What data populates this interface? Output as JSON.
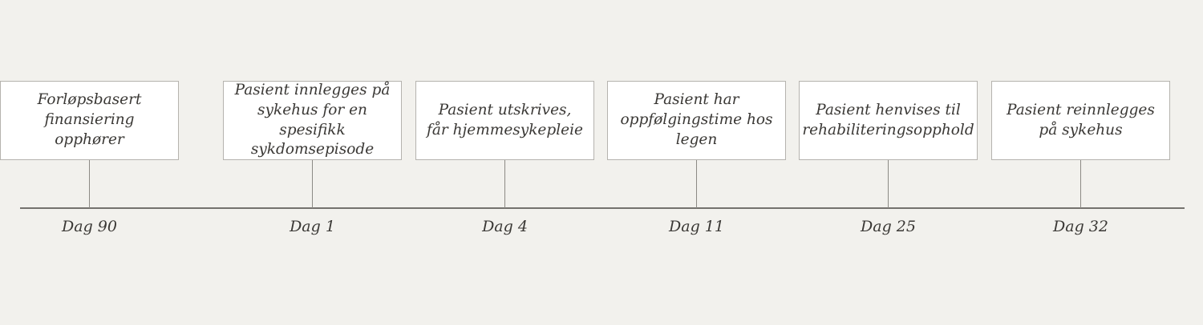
{
  "timeline": {
    "description": "Patient pathway timeline",
    "events": [
      {
        "text": "Pasient innlegges på sykehus for en spesifikk sykdomsepisode",
        "day": "Dag 1"
      },
      {
        "text": "Pasient utskrives, får hjemmesykepleie",
        "day": "Dag 4"
      },
      {
        "text": "Pasient har oppfølgingstime hos legen",
        "day": "Dag 11"
      },
      {
        "text": "Pasient henvises til rehabiliteringsopphold",
        "day": "Dag 25"
      },
      {
        "text": "Pasient reinnlegges på sykehus",
        "day": "Dag 32"
      },
      {
        "text": "Forløpsbasert finansiering opphører",
        "day": "Dag 90"
      }
    ],
    "colors": {
      "background": "#f2f1ed",
      "box_background": "#ffffff",
      "box_border": "#b5b3ae",
      "axis_line": "#74726e",
      "connector_line": "#8c8a85",
      "text": "#3a3835"
    }
  }
}
